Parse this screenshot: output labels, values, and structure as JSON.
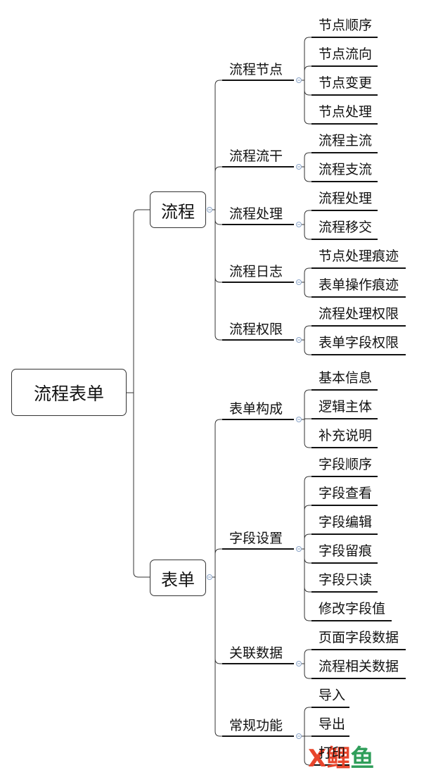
{
  "root": "流程表单",
  "level1": [
    "流程",
    "表单"
  ],
  "flow_groups": [
    {
      "label": "流程节点",
      "items": [
        "节点顺序",
        "节点流向",
        "节点变更",
        "节点处理"
      ]
    },
    {
      "label": "流程流干",
      "items": [
        "流程主流",
        "流程支流"
      ]
    },
    {
      "label": "流程处理",
      "items": [
        "流程处理",
        "流程移交"
      ]
    },
    {
      "label": "流程日志",
      "items": [
        "节点处理痕迹",
        "表单操作痕迹"
      ]
    },
    {
      "label": "流程权限",
      "items": [
        "流程处理权限",
        "表单字段权限"
      ]
    }
  ],
  "form_groups": [
    {
      "label": "表单构成",
      "items": [
        "基本信息",
        "逻辑主体",
        "补充说明"
      ]
    },
    {
      "label": "字段设置",
      "items": [
        "字段顺序",
        "字段查看",
        "字段编辑",
        "字段留痕",
        "字段只读",
        "修改字段值"
      ]
    },
    {
      "label": "关联数据",
      "items": [
        "页面字段数据",
        "流程相关数据"
      ]
    },
    {
      "label": "常规功能",
      "items": [
        "导入",
        "导出",
        "打印"
      ]
    }
  ],
  "watermark": {
    "chars": [
      "X",
      "鲤",
      "鱼"
    ],
    "colors": [
      "#e8452c",
      "#e8452c",
      "#2f9e5a"
    ]
  },
  "colors": {
    "line": "#333333",
    "underline": "#111111",
    "collapse": "#8aa4c8"
  }
}
